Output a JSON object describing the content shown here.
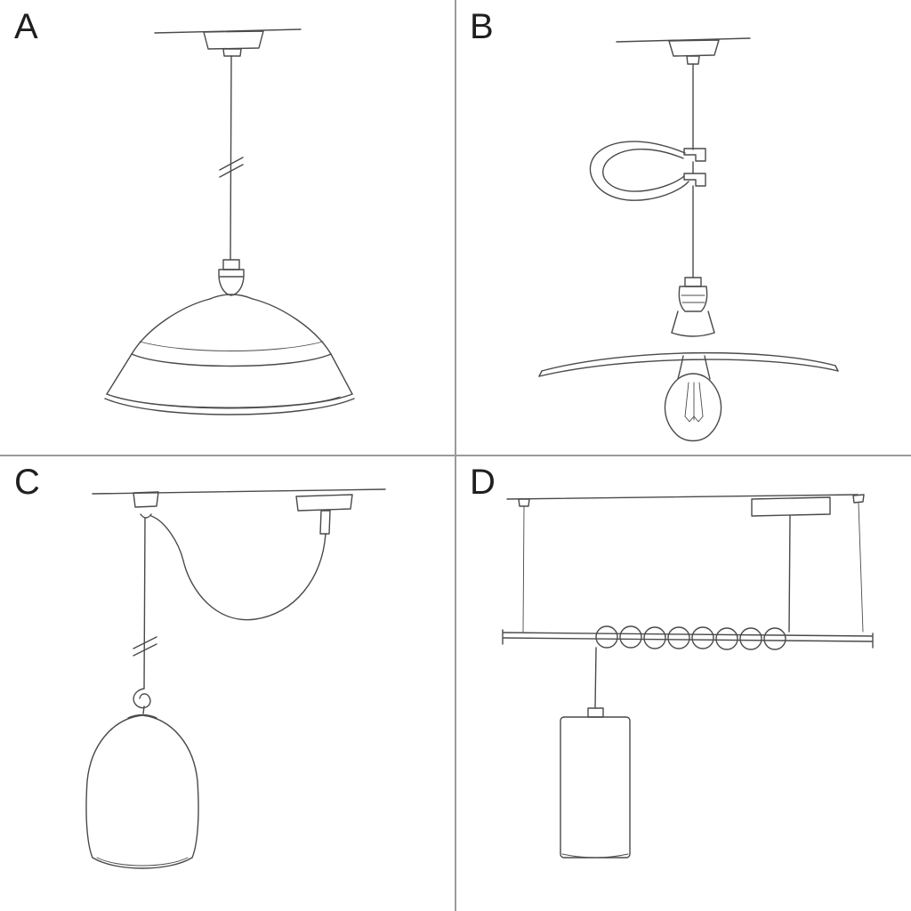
{
  "colors": {
    "line": "#4a4a4a",
    "divider": "#9a9a9a",
    "label": "#1f1f1f",
    "background": "#ffffff"
  },
  "panels": [
    {
      "label": "A"
    },
    {
      "label": "B"
    },
    {
      "label": "C"
    },
    {
      "label": "D"
    }
  ]
}
